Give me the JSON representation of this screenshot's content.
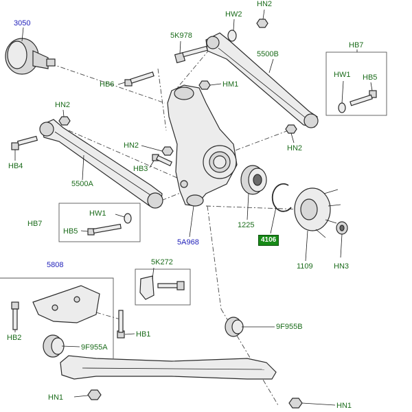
{
  "labels": {
    "l3050": "3050",
    "hn2_top": "HN2",
    "hw2": "HW2",
    "l5k978": "5K978",
    "l5500b": "5500B",
    "hb7_right": "HB7",
    "hw1_right": "HW1",
    "hb5_right": "HB5",
    "hb6": "HB6",
    "hm1": "HM1",
    "hn2_left": "HN2",
    "hn2_mid": "HN2",
    "hb3": "HB3",
    "hn2_right": "HN2",
    "hb4": "HB4",
    "l5500a": "5500A",
    "hb7_left": "HB7",
    "hw1_left": "HW1",
    "hb5_left": "HB5",
    "l1225": "1225",
    "l4106": "4106",
    "l1109": "1109",
    "hn3": "HN3",
    "l5a968": "5A968",
    "l5808": "5808",
    "l5k272": "5K272",
    "hb2": "HB2",
    "l9f955a": "9F955A",
    "hb1": "HB1",
    "l9f955b": "9F955B",
    "hn1_left": "HN1",
    "hn1_right": "HN1"
  },
  "colors": {
    "part_label": "#1a6b1a",
    "assembly_label": "#1c1cb8",
    "highlight_bg": "#178a17",
    "highlight_text": "#ffffff"
  }
}
